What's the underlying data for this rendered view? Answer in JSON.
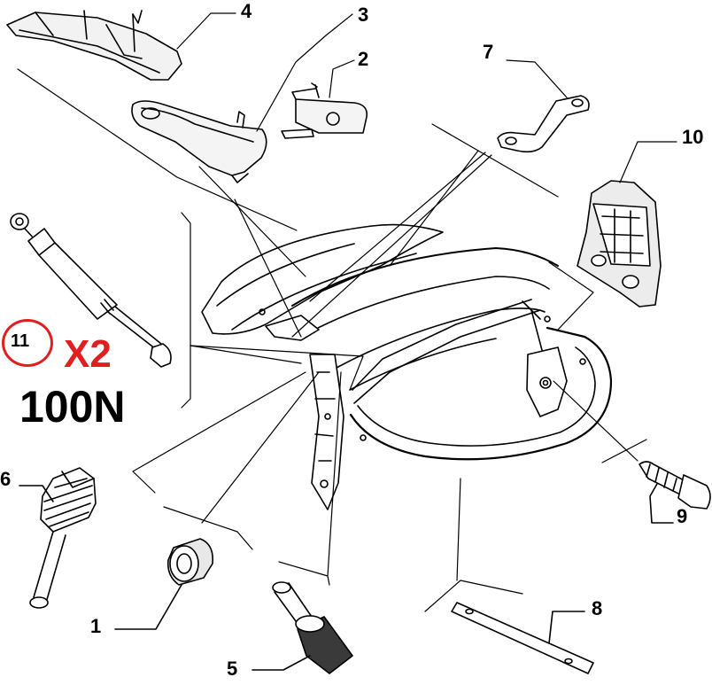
{
  "callouts": {
    "c1": "1",
    "c2": "2",
    "c3": "3",
    "c4": "4",
    "c5": "5",
    "c6": "6",
    "c7": "7",
    "c8": "8",
    "c9": "9",
    "c10": "10"
  },
  "annotation": {
    "part_number": "11",
    "quantity": "X2",
    "force_rating": "100N"
  },
  "colors": {
    "line": "#000000",
    "annotation_red": "#e02020",
    "part_fill": "#ffffff",
    "shade": "#d9d9d9"
  }
}
